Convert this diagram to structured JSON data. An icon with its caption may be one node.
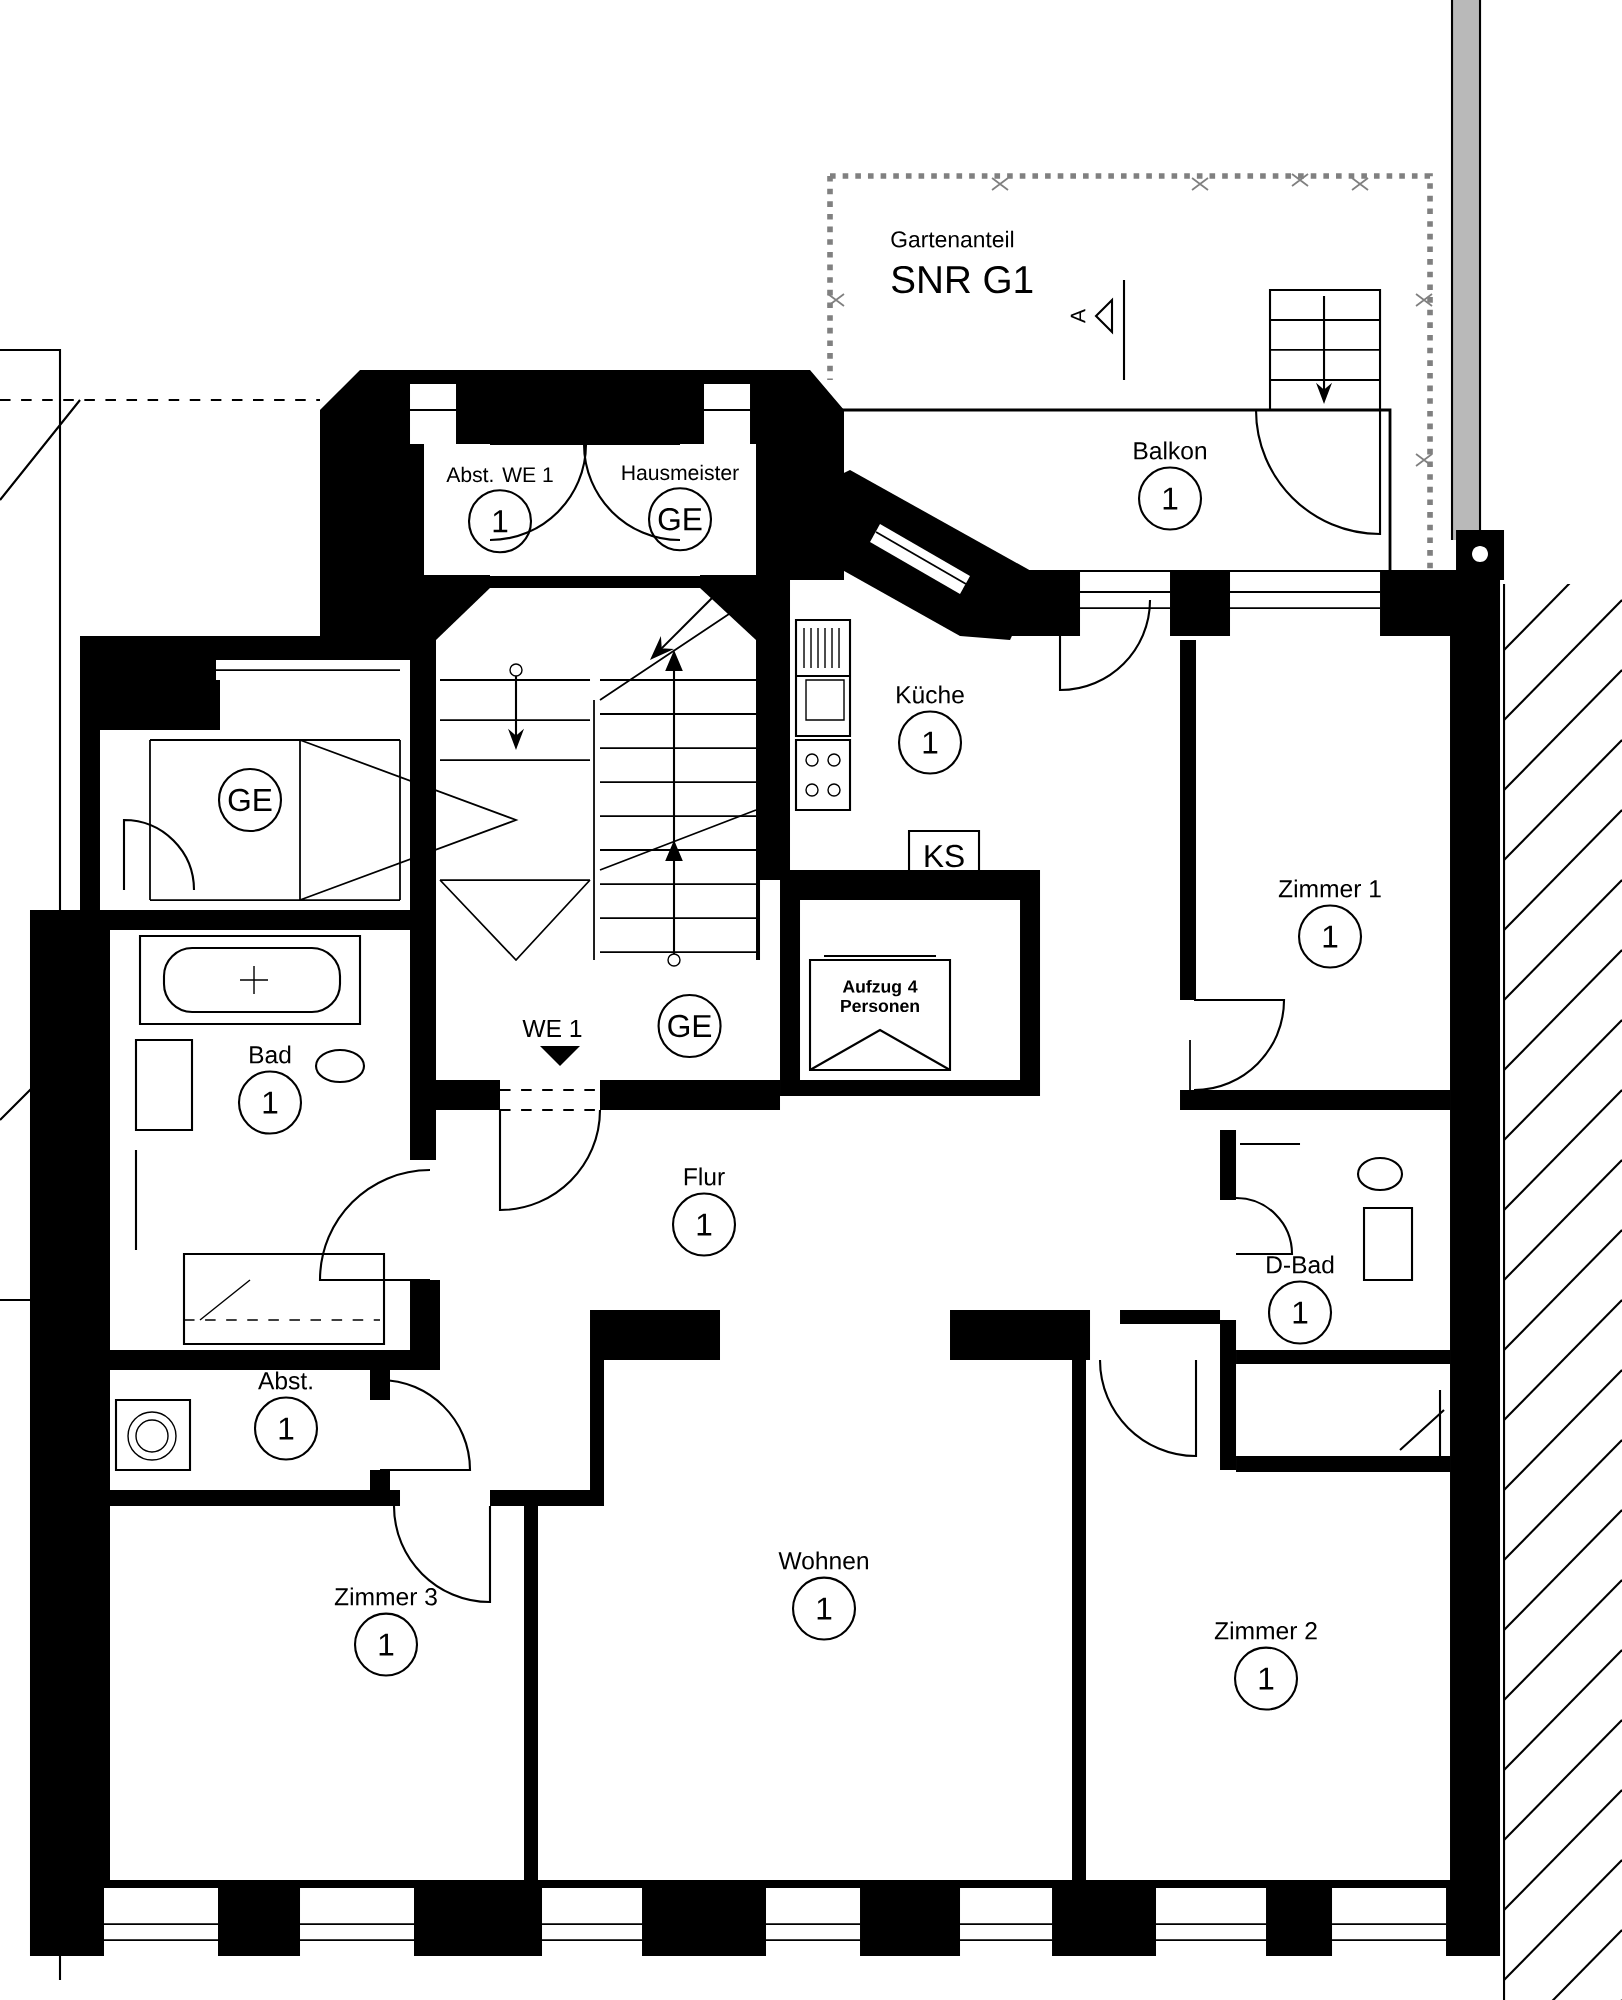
{
  "diagram": {
    "nodes": [
      {
        "text": [
          "Gartenanteil",
          "SNR G1"
        ]
      },
      {
        "text": [
          "Abst. WE 1",
          "1"
        ]
      },
      {
        "text": [
          "Hausmeister",
          "GE"
        ]
      },
      {
        "text": [
          "Balkon",
          "1"
        ]
      },
      {
        "text": [
          "Küche",
          "1"
        ]
      },
      {
        "text": [
          "KS"
        ]
      },
      {
        "text": [
          "GE"
        ]
      },
      {
        "text": [
          "Zimmer 1",
          "1"
        ]
      },
      {
        "text": [
          "Bad",
          "1"
        ]
      },
      {
        "text": [
          "WE 1",
          "GE"
        ]
      },
      {
        "text": [
          "Aufzug 4 Personen"
        ]
      },
      {
        "text": [
          "Flur",
          "1"
        ]
      },
      {
        "text": [
          "D-Bad",
          "1"
        ]
      },
      {
        "text": [
          "Abst.",
          "1"
        ]
      },
      {
        "text": [
          "Zimmer 3",
          "1"
        ]
      },
      {
        "text": [
          "Wohnen",
          "1"
        ]
      },
      {
        "text": [
          "Zimmer 2",
          "1"
        ]
      }
    ],
    "labels": [
      "A"
    ]
  }
}
